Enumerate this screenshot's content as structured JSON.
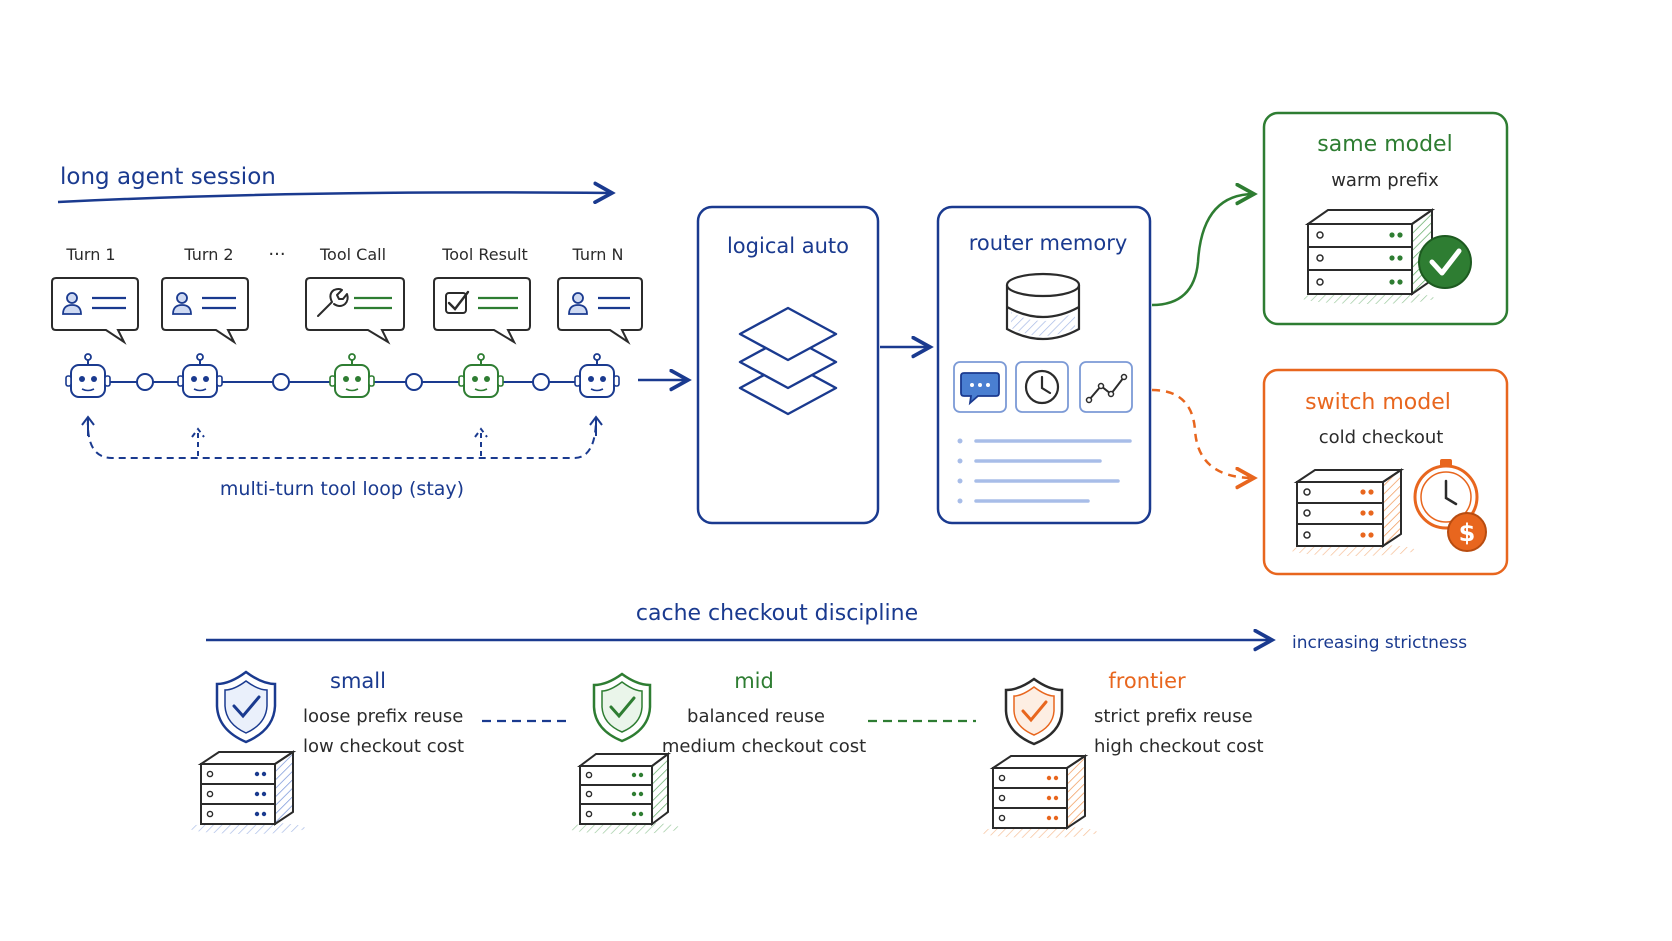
{
  "session": {
    "title": "long agent session",
    "turns": [
      "Turn 1",
      "Turn 2",
      "Tool Call",
      "Tool Result",
      "Turn N"
    ],
    "ellipsis": "···",
    "loop_label": "multi-turn tool loop (stay)"
  },
  "logical": {
    "title": "logical auto"
  },
  "router": {
    "title": "router memory"
  },
  "same_model": {
    "title": "same model",
    "subtitle": "warm prefix"
  },
  "switch_model": {
    "title": "switch model",
    "subtitle": "cold checkout"
  },
  "discipline": {
    "title": "cache checkout discipline",
    "axis_label": "increasing strictness",
    "tiers": [
      {
        "name": "small",
        "line1": "loose prefix reuse",
        "line2": "low checkout cost"
      },
      {
        "name": "mid",
        "line1": "balanced reuse",
        "line2": "medium checkout cost"
      },
      {
        "name": "frontier",
        "line1": "strict prefix reuse",
        "line2": "high checkout cost"
      }
    ]
  },
  "colors": {
    "navy": "#1a3a8f",
    "green": "#2e7d32",
    "orange": "#e8661e",
    "ink": "#2b2b2b",
    "light_blue": "#a8bde8"
  }
}
